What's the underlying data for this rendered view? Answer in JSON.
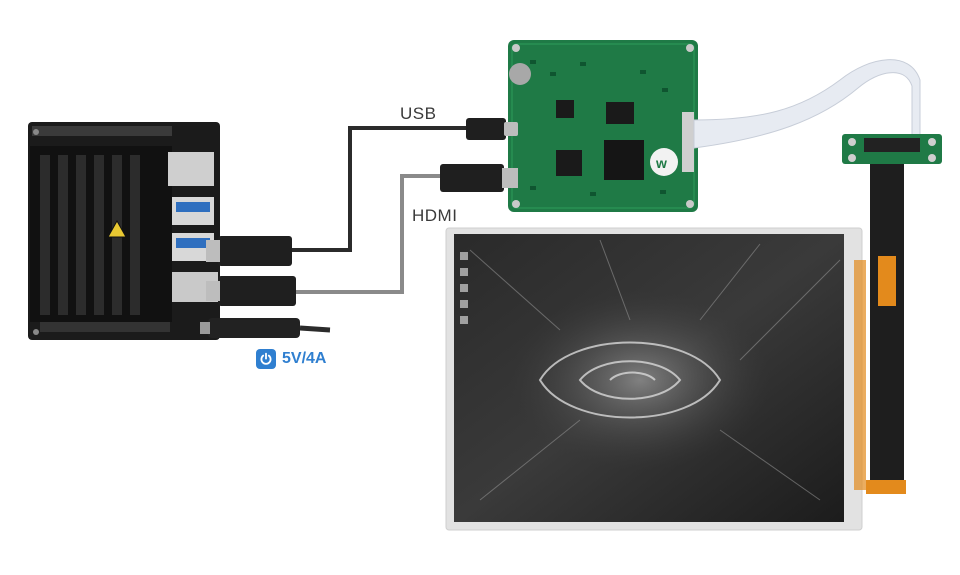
{
  "labels": {
    "usb": "USB",
    "hdmi": "HDMI",
    "power": "5V/4A"
  },
  "icons": {
    "power": "power-icon"
  },
  "colors": {
    "power_accent": "#2f7fd0",
    "pcb_green": "#1f7a46",
    "board_black": "#1b1b1b",
    "cable_black": "#2b2b2b",
    "cable_gray": "#8a8a8a",
    "fpc_orange": "#e38a1c"
  }
}
